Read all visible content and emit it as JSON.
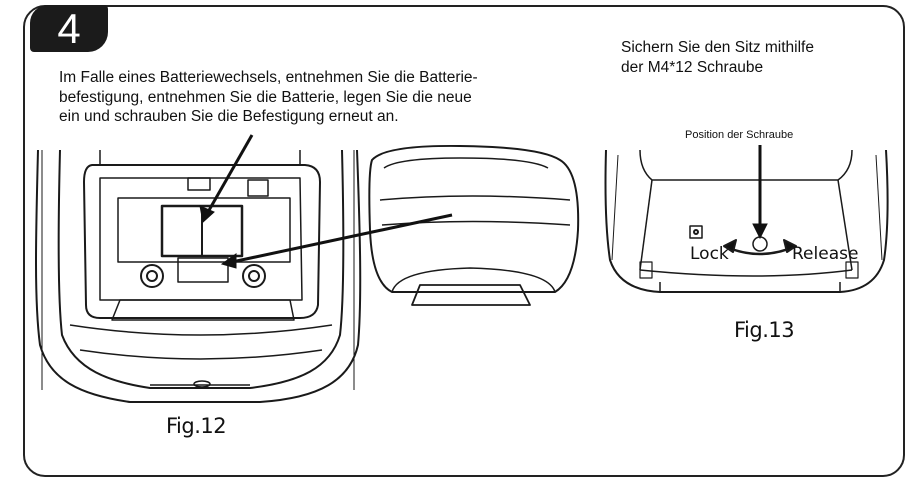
{
  "step": {
    "number": "4"
  },
  "instructions": {
    "battery": "Im Falle eines Batteriewechsels, entnehmen Sie die Batterie-\nbefestigung, entnehmen Sie die Batterie, legen Sie die neue\nein und schrauben Sie die Befestigung erneut an.",
    "seat": "Sichern Sie den Sitz mithilfe\nder M4*12 Schraube"
  },
  "figures": {
    "fig12": {
      "label": "Fig.12"
    },
    "fig13": {
      "label": "Fig.13",
      "screw_position": "Position der Schraube",
      "lock": "Lock",
      "release": "Release"
    }
  }
}
